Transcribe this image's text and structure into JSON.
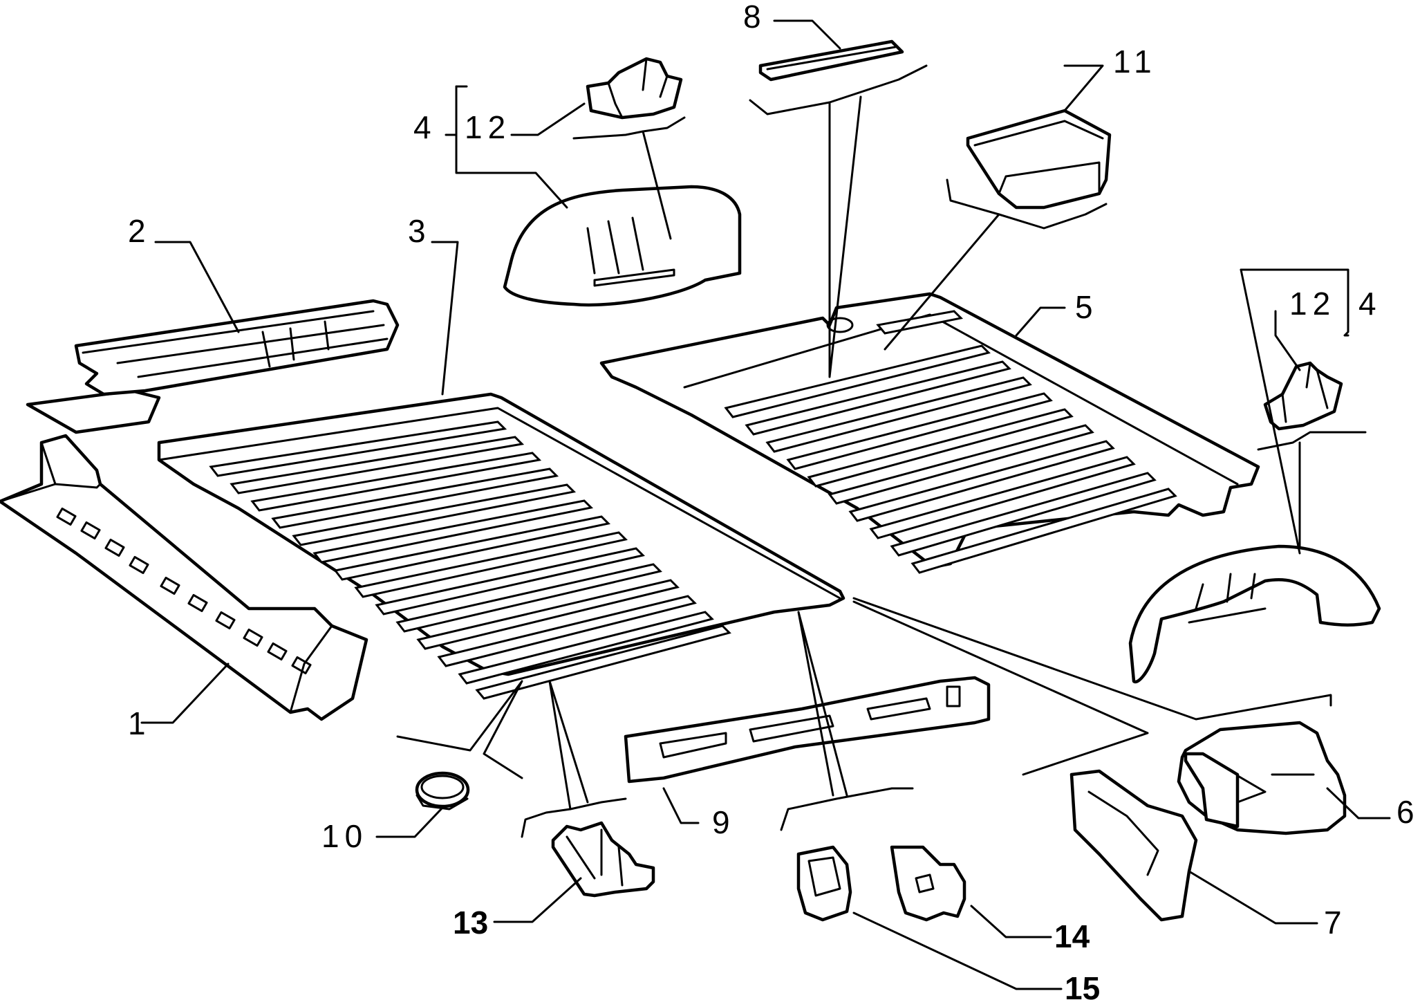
{
  "diagram": {
    "callouts": {
      "c1": "1",
      "c2": "2",
      "c3": "3",
      "c4_left": "4",
      "c12_left": "12",
      "c5": "5",
      "c6": "6",
      "c7": "7",
      "c8": "8",
      "c9": "9",
      "c10": "10",
      "c11": "11",
      "c12_right": "12",
      "c4_right": "4",
      "c13": "13",
      "c14": "14",
      "c15": "15"
    }
  }
}
